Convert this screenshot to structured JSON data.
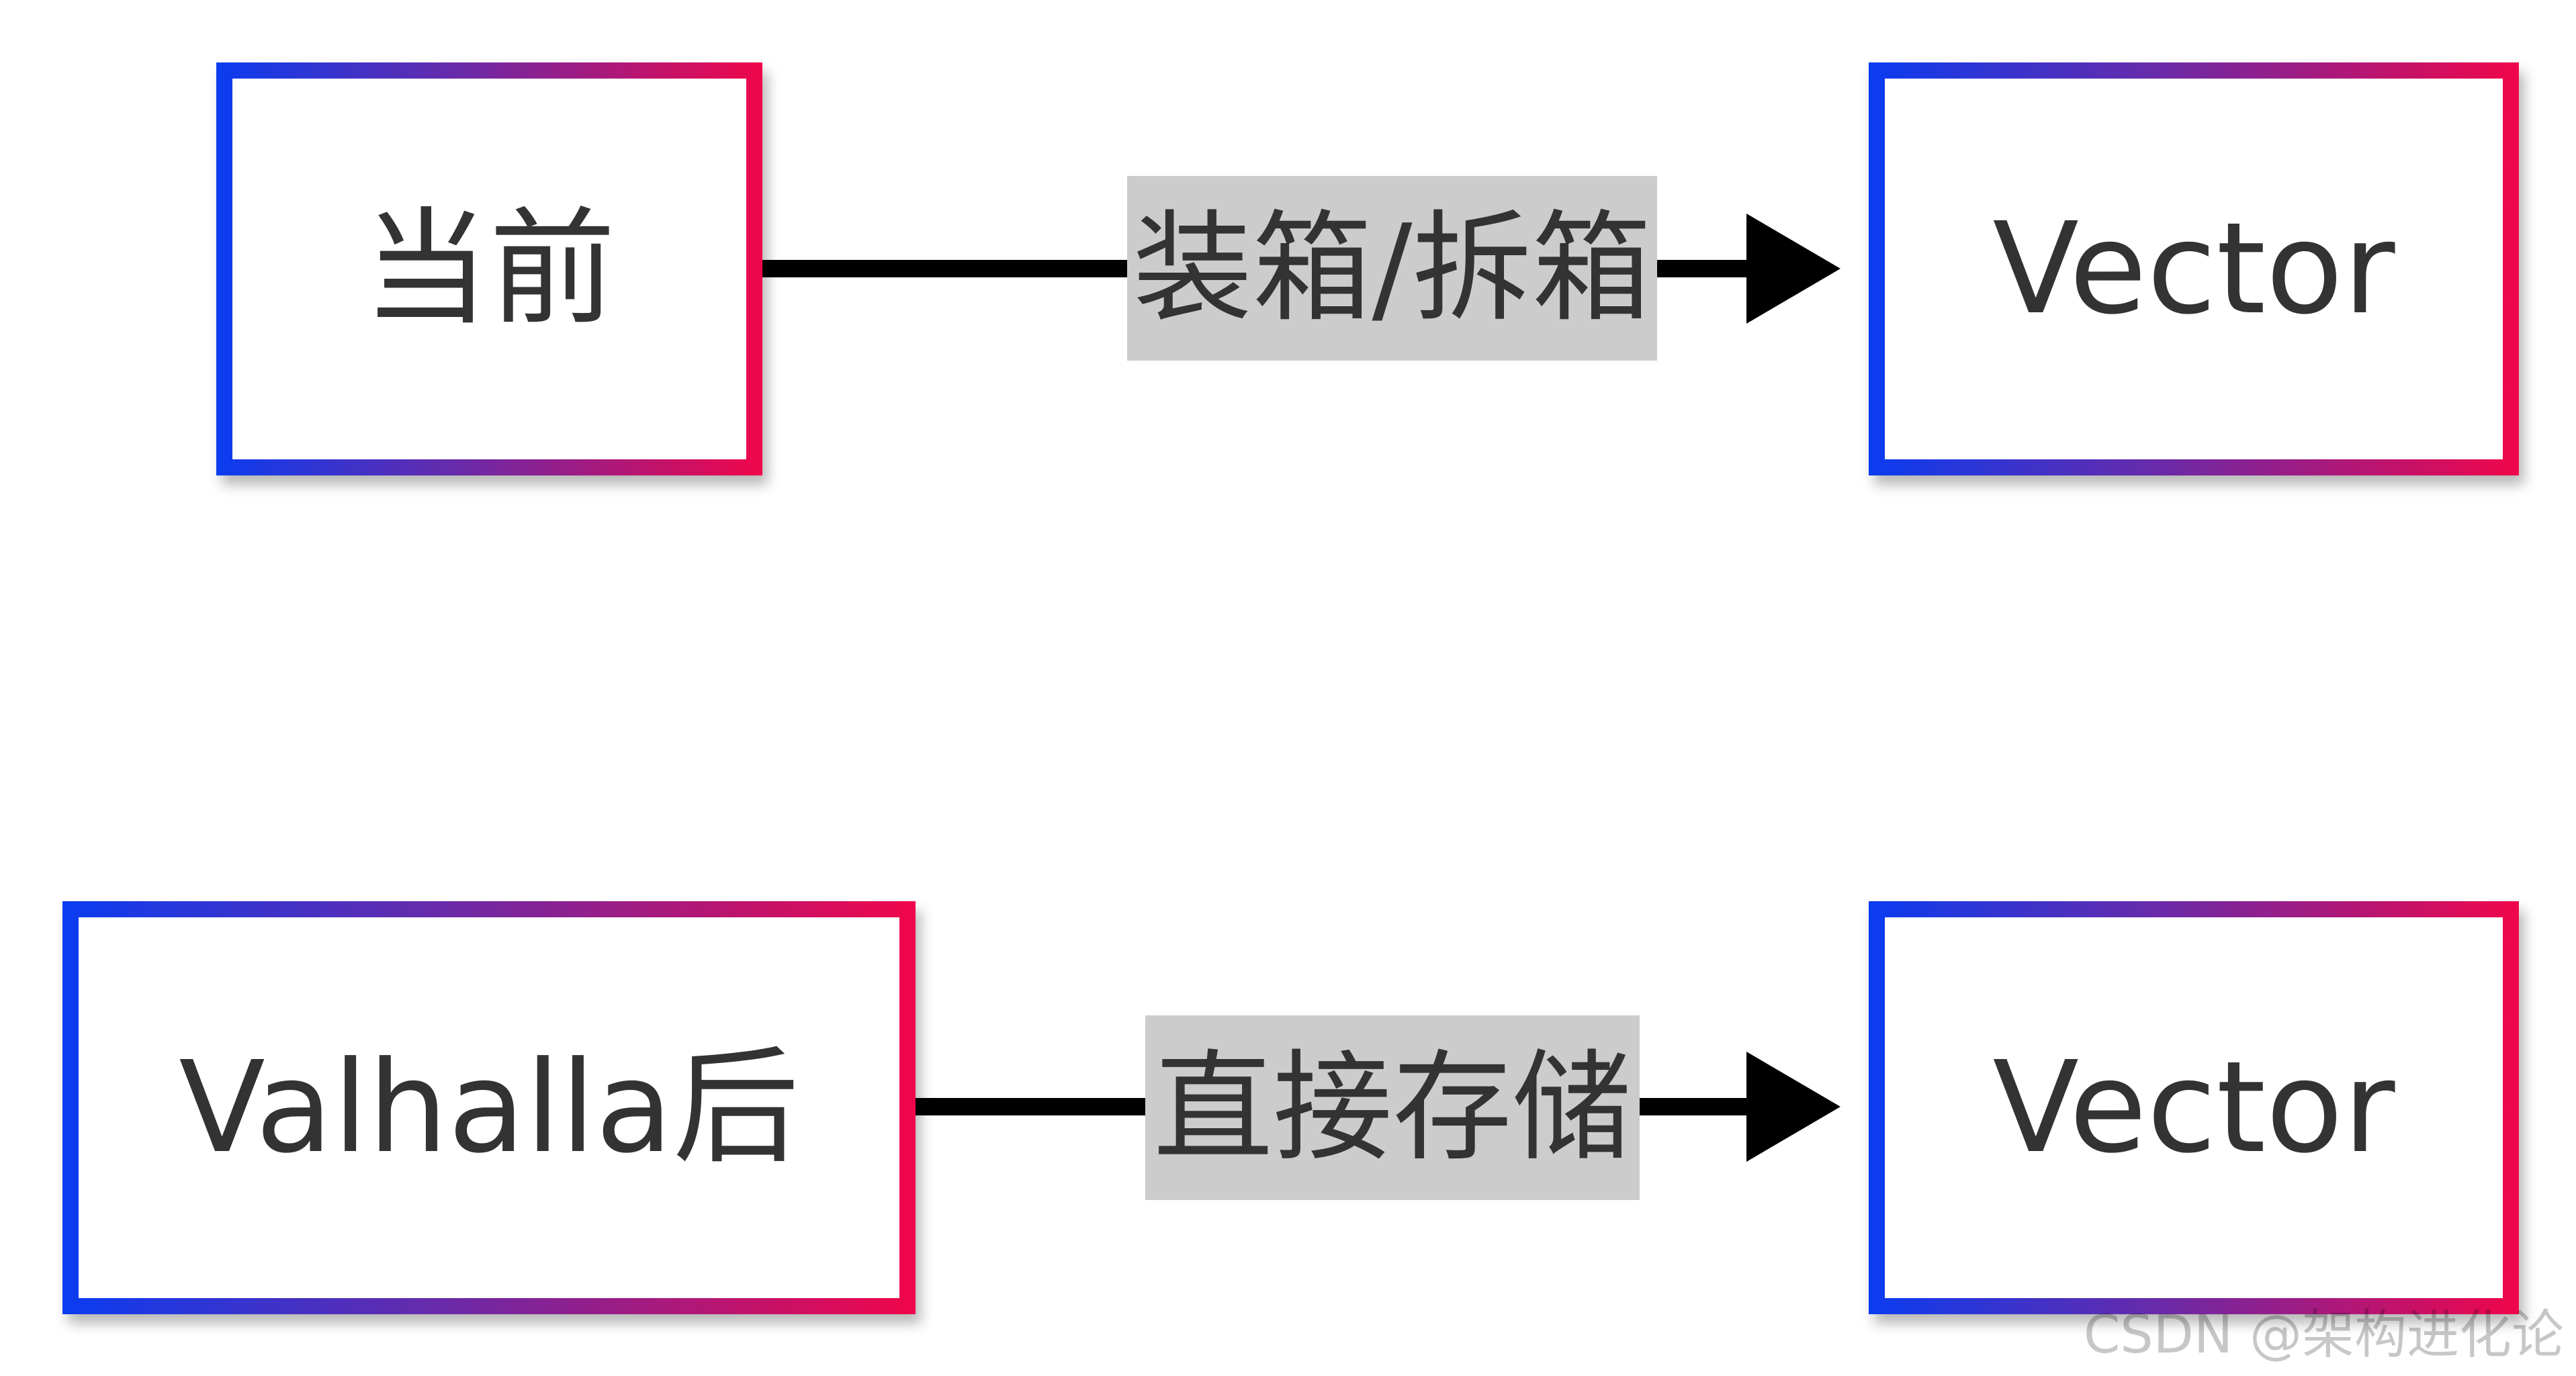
{
  "diagram": {
    "nodes": {
      "current": {
        "label": "当前"
      },
      "vector_top": {
        "label": "Vector"
      },
      "valhalla": {
        "label": "Valhalla后"
      },
      "vector_bottom": {
        "label": "Vector"
      }
    },
    "edges": {
      "top": {
        "label": "装箱/拆箱"
      },
      "bottom": {
        "label": "直接存储"
      }
    }
  },
  "watermark": {
    "text": "CSDN @架构进化论"
  },
  "colors": {
    "border_gradient_start": "#0a3cf0",
    "border_gradient_end": "#f0064a",
    "edge_label_background": "#cccccc",
    "text": "#333333",
    "arrow": "#000000"
  }
}
